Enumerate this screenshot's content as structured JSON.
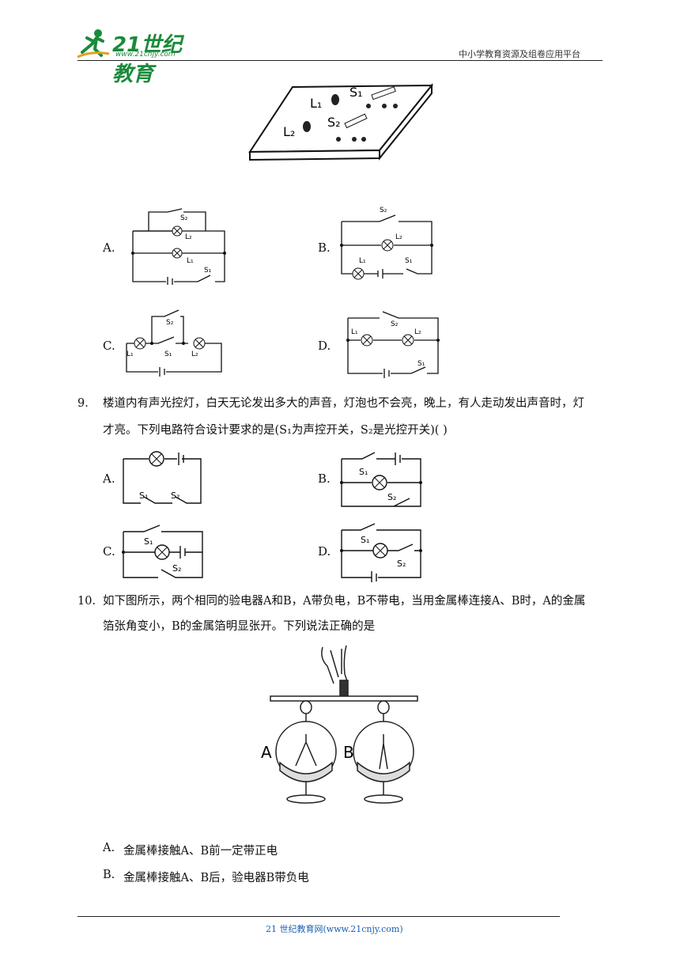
{
  "header": {
    "logo_main": "21世纪教育",
    "logo_sub": "www.21cnjy.com",
    "platform": "中小学教育资源及组卷应用平台"
  },
  "q8": {
    "options": [
      "A.",
      "B.",
      "C.",
      "D."
    ]
  },
  "q9": {
    "number": "9.",
    "line1": "楼道内有声光控灯，白天无论发出多大的声音，灯泡也不会亮，晚上，有人走动发出声音时，灯",
    "line2": "才亮。下列电路符合设计要求的是(S₁为声控开关，S₂是光控开关)(    )",
    "options": [
      "A.",
      "B.",
      "C.",
      "D."
    ]
  },
  "q10": {
    "number": "10.",
    "line1": "如下图所示，两个相同的验电器A和B，A带负电，B不带电，当用金属棒连接A、B时，A的金属",
    "line2": "箔张角变小，B的金属箔明显张开。下列说法正确的是",
    "choice_a_label": "A.",
    "choice_a": "金属棒接触A、B前一定带正电",
    "choice_b_label": "B.",
    "choice_b": "金属棒接触A、B后，验电器B带负电"
  },
  "figure_labels": {
    "L1": "L₁",
    "L2": "L₂",
    "S1": "S₁",
    "S2": "S₂",
    "A": "A",
    "B": "B"
  },
  "footer": {
    "text": "21 世纪教育网(www.21cnjy.com)"
  }
}
